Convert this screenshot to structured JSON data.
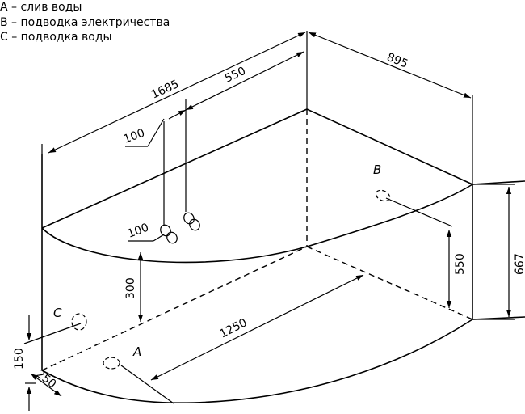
{
  "legend": {
    "a": "A – слив воды",
    "b": "B – подводка электричества",
    "c": "C – подводка воды"
  },
  "dimensions": {
    "length": "1685",
    "offset_b": "550",
    "width": "895",
    "pipe_d_top": "100",
    "pipe_d_mid": "100",
    "height_c": "300",
    "inner_len": "1250",
    "height_b": "550",
    "height_total": "667",
    "drain_h": "150",
    "drain_off": "250"
  },
  "points": {
    "a": "A",
    "b": "B",
    "c": "C"
  },
  "colors": {
    "line": "#000000",
    "background": "#ffffff"
  }
}
